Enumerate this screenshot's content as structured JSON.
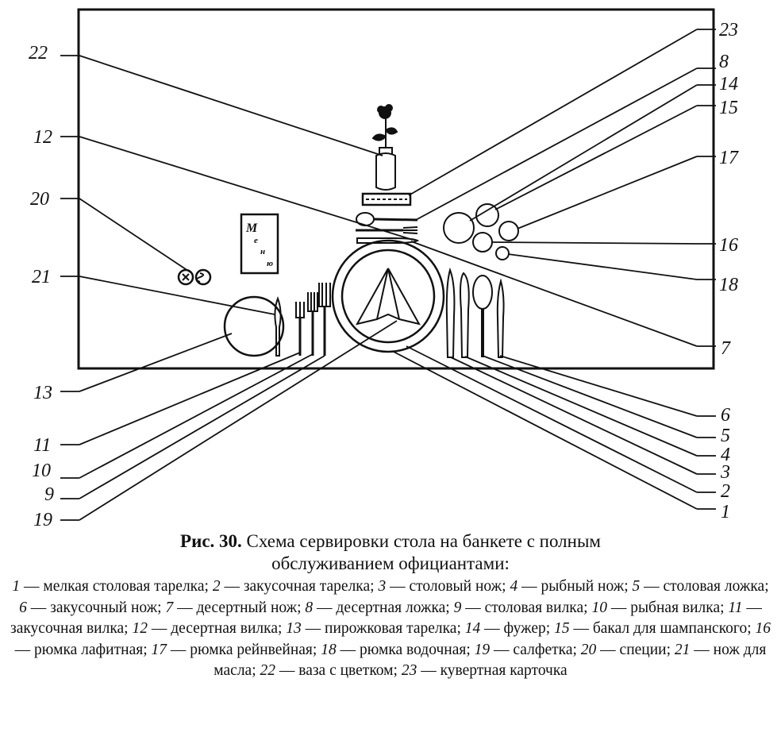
{
  "figure": {
    "fig_label": "Рис. 30.",
    "title_line1": "Схема сервировки стола на банкете с полным",
    "title_line2": "обслуживанием официантами:",
    "menu_card_letters": [
      "М",
      "е",
      "н",
      "ю"
    ],
    "callouts": [
      "1",
      "2",
      "3",
      "4",
      "5",
      "6",
      "7",
      "8",
      "9",
      "10",
      "11",
      "12",
      "13",
      "14",
      "15",
      "16",
      "17",
      "18",
      "19",
      "20",
      "21",
      "22",
      "23"
    ],
    "legend": [
      {
        "n": "1",
        "text": "мелкая столовая тарелка"
      },
      {
        "n": "2",
        "text": "закусочная тарелка"
      },
      {
        "n": "3",
        "text": "столовый нож"
      },
      {
        "n": "4",
        "text": "рыбный нож"
      },
      {
        "n": "5",
        "text": "столовая ложка"
      },
      {
        "n": "6",
        "text": "закусочный нож"
      },
      {
        "n": "7",
        "text": "десертный нож"
      },
      {
        "n": "8",
        "text": "десертная ложка"
      },
      {
        "n": "9",
        "text": "столовая вилка"
      },
      {
        "n": "10",
        "text": "рыбная вилка"
      },
      {
        "n": "11",
        "text": "закусочная вилка"
      },
      {
        "n": "12",
        "text": "десертная вилка"
      },
      {
        "n": "13",
        "text": "пирожковая тарелка"
      },
      {
        "n": "14",
        "text": "фужер"
      },
      {
        "n": "15",
        "text": "бакал для шампанского"
      },
      {
        "n": "16",
        "text": "рюмка лафитная"
      },
      {
        "n": "17",
        "text": "рюмка рейнвейная"
      },
      {
        "n": "18",
        "text": "рюмка водочная"
      },
      {
        "n": "19",
        "text": "салфетка"
      },
      {
        "n": "20",
        "text": "специи"
      },
      {
        "n": "21",
        "text": "нож для масла"
      },
      {
        "n": "22",
        "text": "ваза с цветком"
      },
      {
        "n": "23",
        "text": "кувертная карточка"
      }
    ],
    "legend_dash": " — ",
    "legend_separator": "; "
  }
}
